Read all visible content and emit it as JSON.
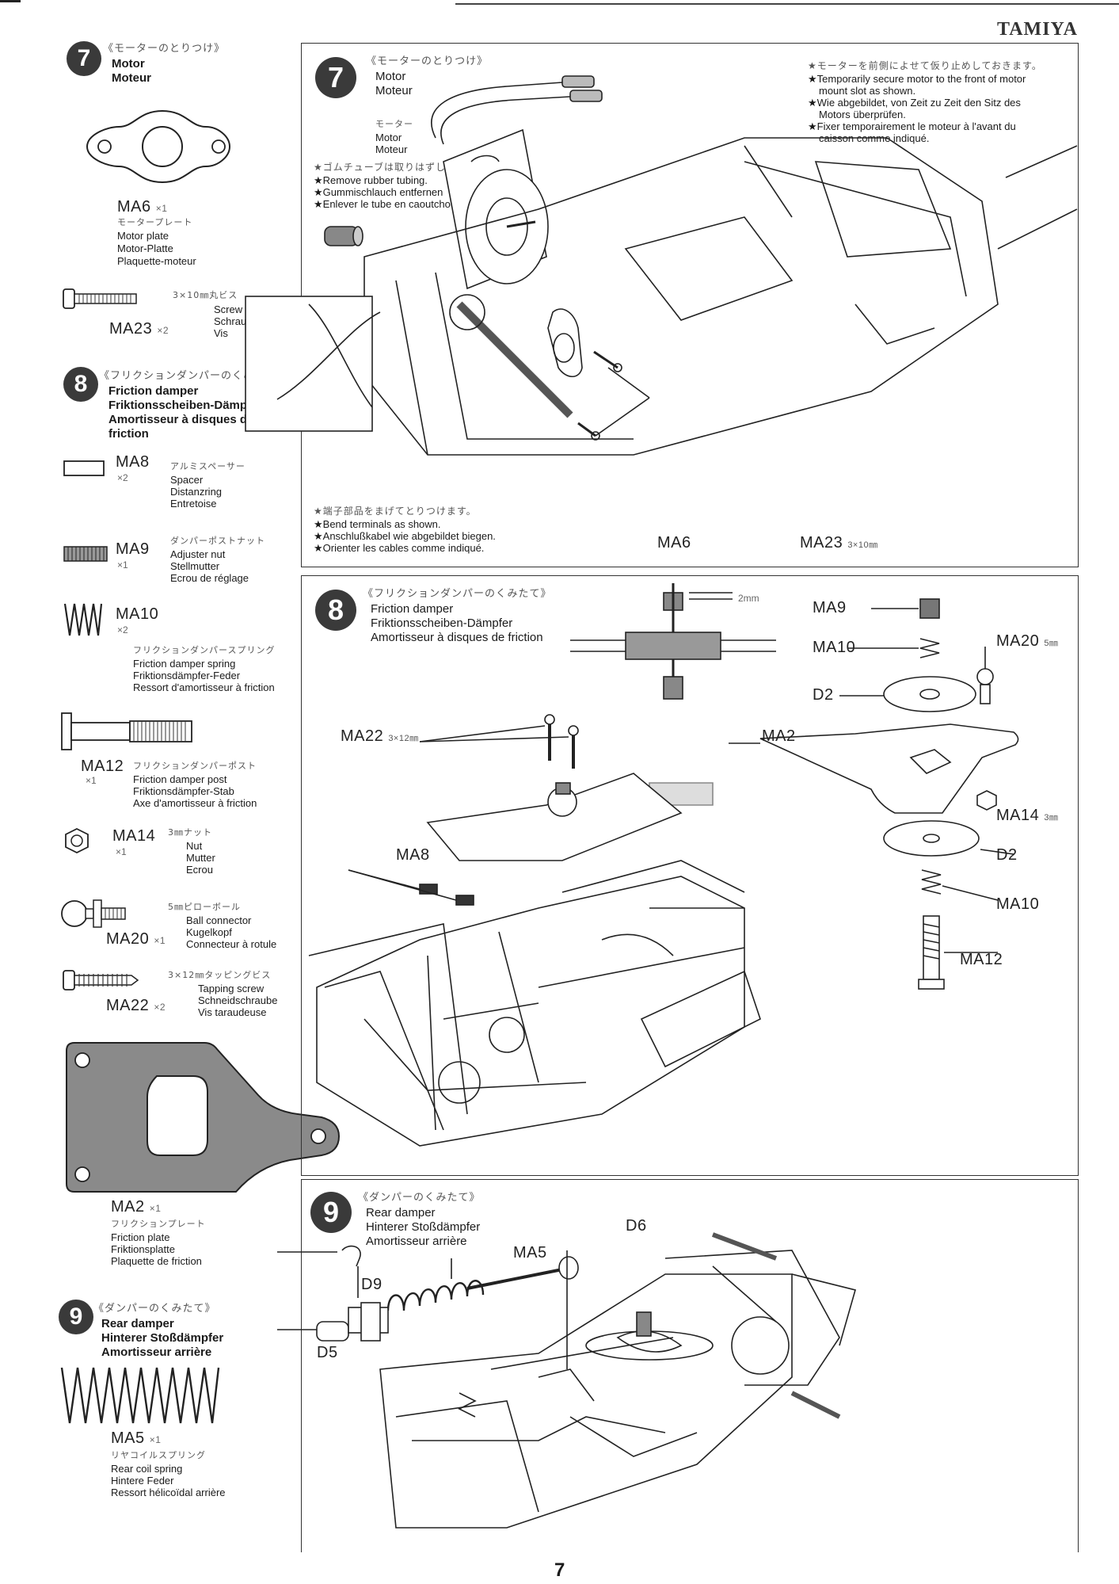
{
  "header": {
    "brand": "TAMIYA",
    "page_number": "7"
  },
  "sidebar": {
    "step7": {
      "number": "7",
      "jp": "《モーターのとりつけ》",
      "en": "Motor",
      "fr": "Moteur",
      "parts": [
        {
          "code": "MA6",
          "qty": "×1",
          "jp": "モータープレート",
          "en": "Motor plate",
          "de": "Motor-Platte",
          "fr": "Plaquette-moteur"
        },
        {
          "code": "MA23",
          "qty": "×2",
          "size": "3×10㎜丸ビス",
          "en": "Screw",
          "de": "Schraube",
          "fr": "Vis"
        }
      ]
    },
    "step8": {
      "number": "8",
      "jp": "《フリクションダンパーのくみたて》",
      "en": "Friction damper",
      "de": "Friktionsscheiben-Dämpfer",
      "fr": "Amortisseur à disques de friction",
      "parts": [
        {
          "code": "MA8",
          "qty": "×2",
          "jp": "アルミスペーサー",
          "en": "Spacer",
          "de": "Distanzring",
          "fr": "Entretoise"
        },
        {
          "code": "MA9",
          "qty": "×1",
          "jp": "ダンパーポストナット",
          "en": "Adjuster nut",
          "de": "Stellmutter",
          "fr": "Ecrou de réglage"
        },
        {
          "code": "MA10",
          "qty": "×2",
          "jp": "フリクションダンパースプリング",
          "en": "Friction damper spring",
          "de": "Friktionsdämpfer-Feder",
          "fr": "Ressort d'amortisseur à friction"
        },
        {
          "code": "MA12",
          "qty": "×1",
          "jp": "フリクションダンパーポスト",
          "en": "Friction damper post",
          "de": "Friktionsdämpfer-Stab",
          "fr": "Axe d'amortisseur à friction"
        },
        {
          "code": "MA14",
          "qty": "×1",
          "jp": "3㎜ナット",
          "en": "Nut",
          "de": "Mutter",
          "fr": "Ecrou"
        },
        {
          "code": "MA20",
          "qty": "×1",
          "jp": "5㎜ピローボール",
          "en": "Ball connector",
          "de": "Kugelkopf",
          "fr": "Connecteur à rotule"
        },
        {
          "code": "MA22",
          "qty": "×2",
          "jp": "3×12㎜タッピングビス",
          "en": "Tapping screw",
          "de": "Schneidschraube",
          "fr": "Vis taraudeuse"
        },
        {
          "code": "MA2",
          "qty": "×1",
          "jp": "フリクションプレート",
          "en": "Friction plate",
          "de": "Friktionsplatte",
          "fr": "Plaquette de friction"
        }
      ]
    },
    "step9": {
      "number": "9",
      "jp": "《ダンパーのくみたて》",
      "en": "Rear damper",
      "de": "Hinterer Stoßdämpfer",
      "fr": "Amortisseur arrière",
      "parts": [
        {
          "code": "MA5",
          "qty": "×1",
          "jp": "リヤコイルスプリング",
          "en": "Rear coil spring",
          "de": "Hintere Feder",
          "fr": "Ressort hélicoïdal arrière"
        }
      ]
    }
  },
  "panel7": {
    "number": "7",
    "jp": "《モーターのとりつけ》",
    "en": "Motor",
    "fr": "Moteur",
    "motor_label": {
      "jp": "モーター",
      "en": "Motor",
      "fr": "Moteur"
    },
    "note_tube": {
      "jp": "★ゴムチューブは取りはずします。",
      "en": "★Remove rubber tubing.",
      "de": "★Gummischlauch entfernen",
      "fr": "★Enlever le tube en caoutchouc."
    },
    "note_secure": {
      "jp": "★モーターを前側によせて仮り止めしておきます。",
      "en1": "★Temporarily secure motor to the front of motor",
      "en2": "mount slot as shown.",
      "de1": "★Wie abgebildet, von Zeit zu Zeit den Sitz des",
      "de2": "Motors überprüfen.",
      "fr1": "★Fixer temporairement le moteur à l'avant du",
      "fr2": "caisson comme indiqué."
    },
    "note_terminals": {
      "jp": "★端子部品をまげてとりつけます。",
      "en": "★Bend terminals as shown.",
      "de": "★Anschlußkabel wie abgebildet biegen.",
      "fr": "★Orienter les cables comme indiqué."
    },
    "callouts": {
      "ma6": "MA6",
      "ma23": "MA23",
      "ma23_size": "3×10㎜"
    }
  },
  "panel8": {
    "number": "8",
    "jp": "《フリクションダンパーのくみたて》",
    "en": "Friction damper",
    "de": "Friktionsscheiben-Dämpfer",
    "fr": "Amortisseur à disques de friction",
    "gap_note": "2mm",
    "callouts": {
      "ma9": "MA9",
      "ma10_top": "MA10",
      "ma20": "MA20",
      "ma20_size": "5㎜",
      "d2_top": "D2",
      "ma2": "MA2",
      "ma14": "MA14",
      "ma14_size": "3㎜",
      "d2_bottom": "D2",
      "ma10_bottom": "MA10",
      "ma12": "MA12",
      "ma22": "MA22",
      "ma22_size": "3×12㎜",
      "ma8": "MA8"
    }
  },
  "panel9": {
    "number": "9",
    "jp": "《ダンパーのくみたて》",
    "en": "Rear damper",
    "de": "Hinterer Stoßdämpfer",
    "fr": "Amortisseur arrière",
    "callouts": {
      "d6": "D6",
      "ma5": "MA5",
      "d9": "D9",
      "d5": "D5"
    }
  }
}
